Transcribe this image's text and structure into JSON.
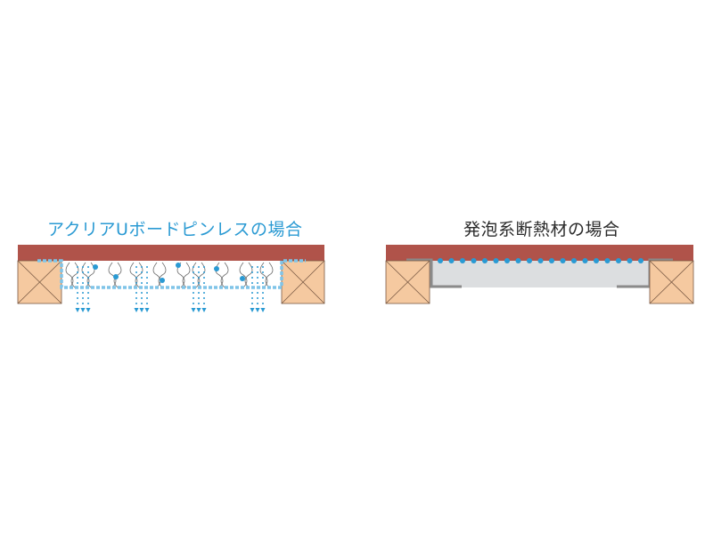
{
  "diagrams": [
    {
      "id": "left",
      "title": "アクリアUボードピンレスの場合",
      "title_color": "#2a9ad3",
      "insulation": "glass-wool board (breathable)",
      "moisture_dots": 7,
      "drain_arrow_groups": 4
    },
    {
      "id": "right",
      "title": "発泡系断熱材の場合",
      "title_color": "#2b2b2b",
      "insulation": "foam board",
      "condensation_dots": 19
    }
  ],
  "colors": {
    "floor_board": "#b0534a",
    "joist": "#f5c9a0",
    "joist_stroke": "#7a5a44",
    "vapor_dash": "#7fc4e8",
    "moisture": "#2a9ad3",
    "foam": "#dcdee0",
    "foam_frame": "#8a8a8a"
  }
}
